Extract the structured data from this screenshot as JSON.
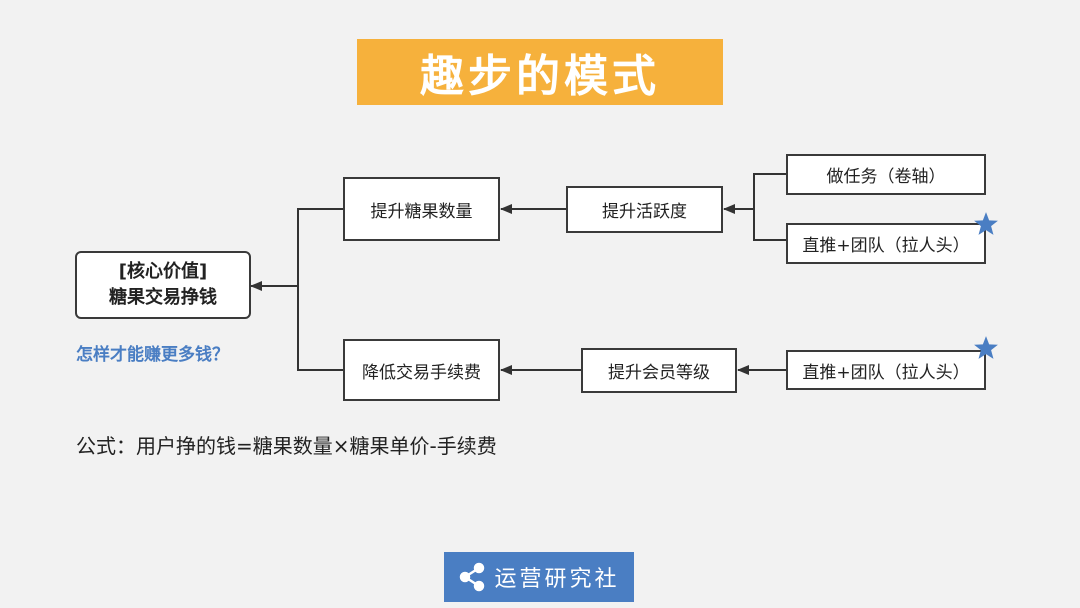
{
  "title": "趣步的模式",
  "core_value": {
    "line1": "[核心价值]",
    "line2": "糖果交易挣钱"
  },
  "question": "怎样才能赚更多钱？",
  "branches": {
    "top": {
      "result": "提升糖果数量",
      "driver": "提升活跃度",
      "sources": [
        "做任务（卷轴）",
        "直推+团队（拉人头）"
      ]
    },
    "bottom": {
      "result": "降低交易手续费",
      "driver": "提升会员等级",
      "sources": [
        "直推+团队（拉人头）"
      ]
    }
  },
  "formula": "公式：用户挣的钱=糖果数量×糖果单价-手续费",
  "logo_text": "运营研究社",
  "colors": {
    "banner": "#f6b13c",
    "accent_blue": "#4a7ec3",
    "background": "#f2f2f2"
  },
  "icons": [
    "star-icon",
    "share-icon"
  ]
}
